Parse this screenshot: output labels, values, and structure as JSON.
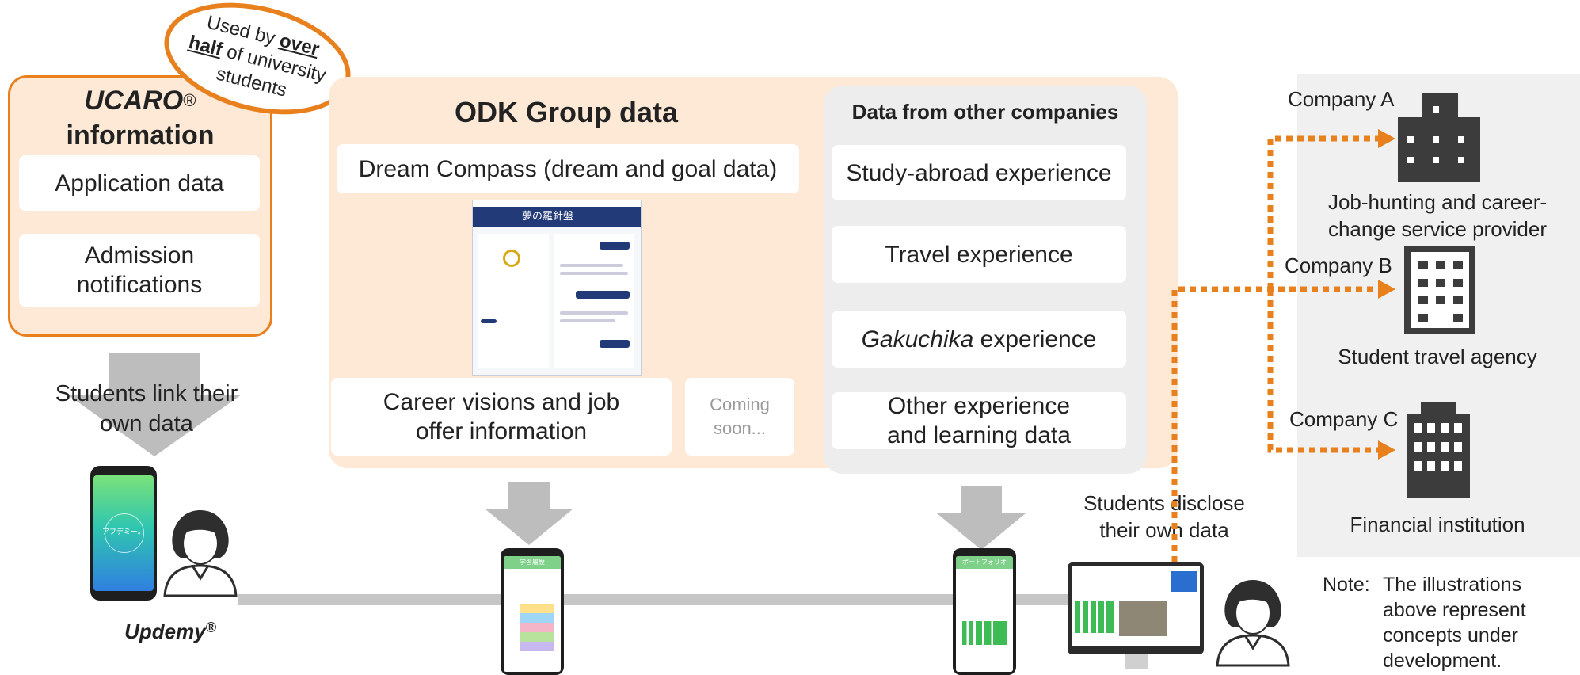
{
  "badge": {
    "line1": "Used by ",
    "line1_bold": "over",
    "line2_bold": "half",
    "line2": " of university",
    "line3": "students"
  },
  "ucaro": {
    "title_italic": "UCARO",
    "reg": "®",
    "title_line2": "information",
    "items": [
      "Application data",
      "Admission notifications"
    ]
  },
  "odk": {
    "title": "ODK Group data",
    "dream_compass": "Dream Compass (dream and goal data)",
    "screenshot_title": "夢の羅針盤",
    "career": "Career visions and job offer information",
    "coming_soon": "Coming soon..."
  },
  "other": {
    "title": "Data from other companies",
    "items": [
      {
        "text": "Study-abroad experience"
      },
      {
        "text": "Travel experience"
      },
      {
        "italic": "Gakuchika",
        "text": " experience"
      },
      {
        "text": "Other experience and learning data"
      }
    ]
  },
  "labels": {
    "link_own_data": "Students link their own data",
    "disclose_own_data": "Students disclose their own data",
    "updemy": "Updemy",
    "updemy_reg": "®",
    "phone_app_text": "アプデミー。",
    "phone2_header": "学習履歴",
    "phone3_header": "ポートフォリオ"
  },
  "companies": [
    {
      "name": "Company A",
      "desc": "Job-hunting and career-change service provider"
    },
    {
      "name": "Company B",
      "desc": "Student travel agency"
    },
    {
      "name": "Company C",
      "desc": "Financial institution"
    }
  ],
  "note": {
    "prefix": "Note:",
    "text": "The illustrations above represent concepts under development."
  },
  "colors": {
    "orange": "#e8801d",
    "peach": "#fde9d6",
    "gray_panel": "#ededed",
    "arrow_gray": "#bdbdbd",
    "building": "#3c3c3c"
  }
}
